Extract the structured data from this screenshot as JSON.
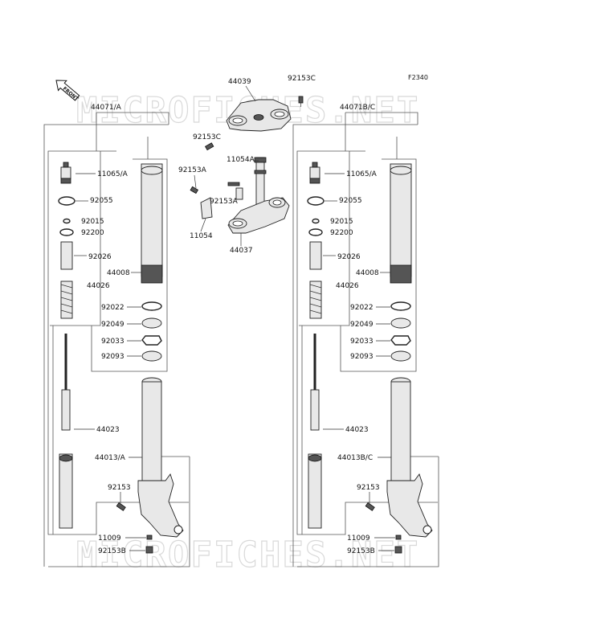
{
  "diagram_ref": "F2340",
  "front_marker": "FRONT",
  "watermark": "MICROFICHES.NET",
  "top_parts": {
    "p44039": "44039",
    "p92153C_top": "92153C",
    "p92153C_side": "92153C",
    "p11054A": "11054A",
    "p92153A_left": "92153A",
    "p92153A_mid": "92153A",
    "p11054": "11054",
    "p44037": "44037"
  },
  "left_fork": {
    "assembly": "44071/A",
    "p11065": "11065/A",
    "p92055": "92055",
    "p92015": "92015",
    "p92200": "92200",
    "p92026": "92026",
    "p44008": "44008",
    "p44026": "44026",
    "p92022": "92022",
    "p92049": "92049",
    "p92033": "92033",
    "p92093": "92093",
    "p44023": "44023",
    "p44013": "44013/A",
    "p92153": "92153",
    "p11009": "11009",
    "p92153B": "92153B"
  },
  "right_fork": {
    "assembly": "44071B/C",
    "p11065": "11065/A",
    "p92055": "92055",
    "p92015": "92015",
    "p92200": "92200",
    "p92026": "92026",
    "p44008": "44008",
    "p44026": "44026",
    "p92022": "92022",
    "p92049": "92049",
    "p92033": "92033",
    "p92093": "92093",
    "p44023": "44023",
    "p44013": "44013B/C",
    "p92153": "92153",
    "p11009": "11009",
    "p92153B": "92153B"
  }
}
